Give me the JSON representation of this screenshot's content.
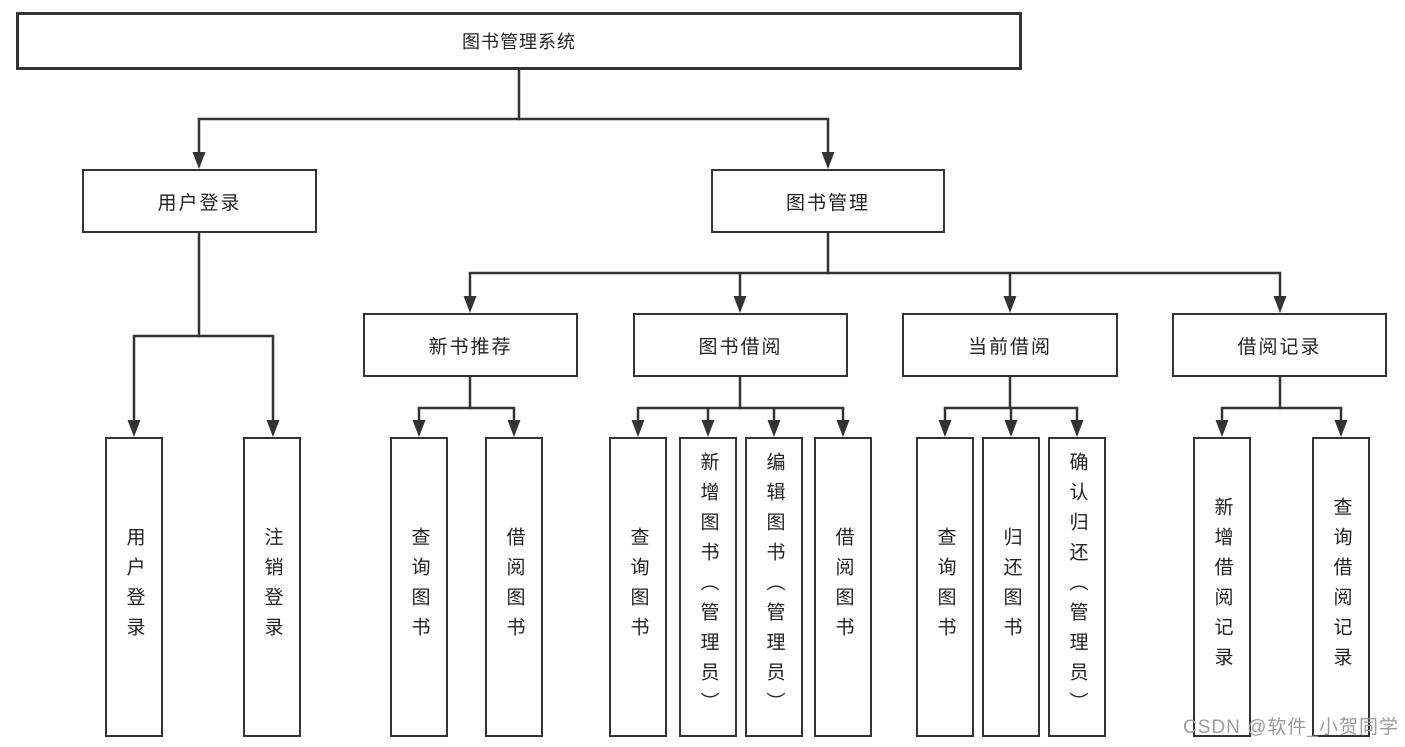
{
  "diagram": {
    "root": {
      "label": "图书管理系统",
      "children": [
        {
          "label": "用户登录",
          "children": [
            {
              "label": "用户登录"
            },
            {
              "label": "注销登录"
            }
          ]
        },
        {
          "label": "图书管理",
          "children": [
            {
              "label": "新书推荐",
              "children": [
                {
                  "label": "查询图书"
                },
                {
                  "label": "借阅图书"
                }
              ]
            },
            {
              "label": "图书借阅",
              "children": [
                {
                  "label": "查询图书"
                },
                {
                  "label": "新增图书（管理员）"
                },
                {
                  "label": "编辑图书（管理员）"
                },
                {
                  "label": "借阅图书"
                }
              ]
            },
            {
              "label": "当前借阅",
              "children": [
                {
                  "label": "查询图书"
                },
                {
                  "label": "归还图书"
                },
                {
                  "label": "确认归还（管理员）"
                }
              ]
            },
            {
              "label": "借阅记录",
              "children": [
                {
                  "label": "新增借阅记录"
                },
                {
                  "label": "查询借阅记录"
                }
              ]
            }
          ]
        }
      ]
    },
    "watermark": "CSDN @软件_小贺同学",
    "colors": {
      "stroke": "#333333",
      "text": "#222222",
      "watermark": "#9b9b9b",
      "background": "#ffffff"
    }
  }
}
